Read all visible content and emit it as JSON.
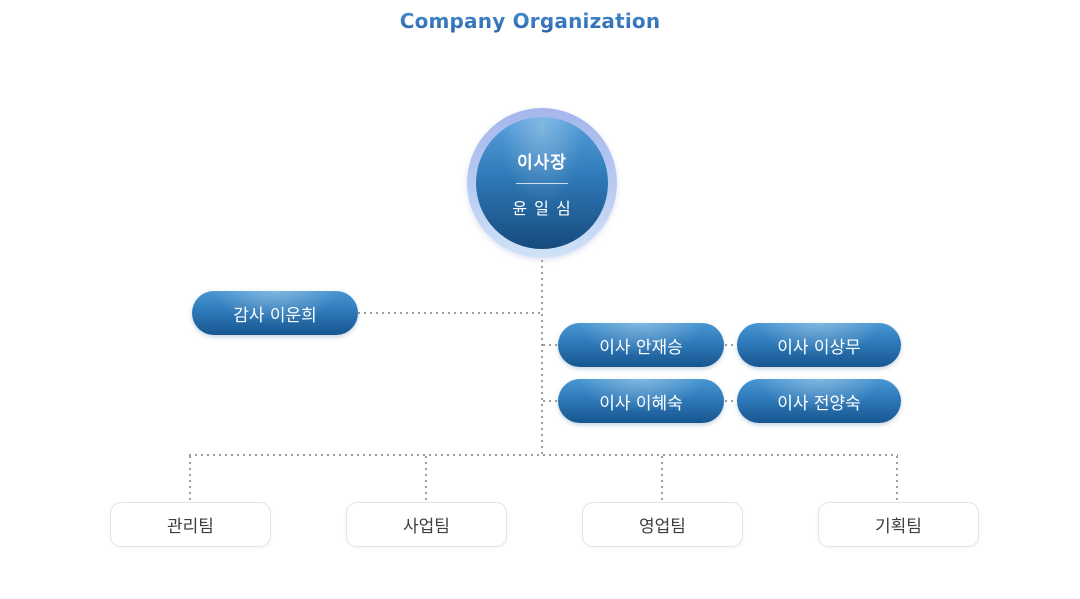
{
  "title": "Company Organization",
  "chairman": {
    "role": "이사장",
    "name": "윤 일 심"
  },
  "auditor": {
    "label": "감사 이운희"
  },
  "directors": [
    {
      "label": "이사 안재승"
    },
    {
      "label": "이사 이상무"
    },
    {
      "label": "이사 이혜숙"
    },
    {
      "label": "이사 전양숙"
    }
  ],
  "teams": [
    {
      "label": "관리팀"
    },
    {
      "label": "사업팀"
    },
    {
      "label": "영업팀"
    },
    {
      "label": "기획팀"
    }
  ],
  "colors": {
    "title_blue": "#3273bd",
    "node_blue_top": "#4796d3",
    "node_blue_bottom": "#175690",
    "circle_ring": "#a6b5ec",
    "connector_gray": "#9e9e9e",
    "team_border": "#e4e4e4",
    "team_text": "#3f3f3f"
  }
}
